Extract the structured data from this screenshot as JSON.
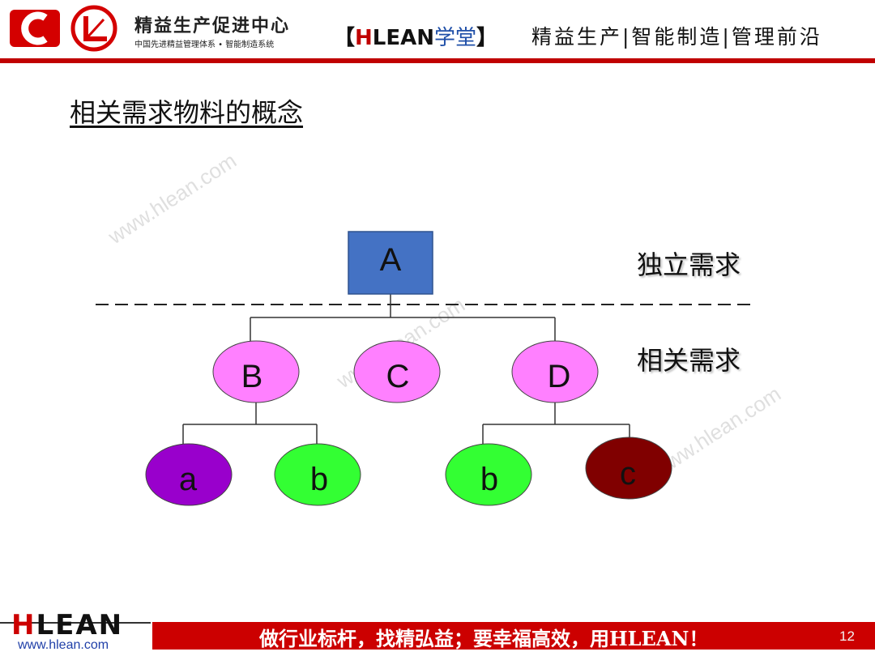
{
  "header": {
    "brand_cn": "精益生产促进中心",
    "brand_sub": "中国先进精益管理体系 • 智能制造系统",
    "school_open": "【",
    "school_h": "H",
    "school_lean": "LEAN",
    "school_xt": "学堂",
    "school_close": "】",
    "slogan": "精益生产|智能制造|管理前沿"
  },
  "slide": {
    "title": "相关需求物料的概念",
    "label_independent": "独立需求",
    "label_dependent": "相关需求",
    "watermark": "www.hlean.com"
  },
  "diagram": {
    "root": {
      "label": "A",
      "shape": "rectangle",
      "color": "#4472c4"
    },
    "level1": [
      {
        "label": "B",
        "color": "#ff80ff"
      },
      {
        "label": "C",
        "color": "#ff80ff"
      },
      {
        "label": "D",
        "color": "#ff80ff"
      }
    ],
    "level2": [
      {
        "label": "a",
        "parent": "B",
        "color": "#9900cc"
      },
      {
        "label": "b",
        "parent": "B",
        "color": "#33ff33"
      },
      {
        "label": "b",
        "parent": "D",
        "color": "#33ff33"
      },
      {
        "label": "c",
        "parent": "D",
        "color": "#800000"
      }
    ]
  },
  "footer": {
    "logo_h": "H",
    "logo_rest": "LEAN",
    "url": "www.hlean.com",
    "slogan": "做行业标杆，找精弘益；要幸福高效，用HLEAN！",
    "page_number": "12"
  },
  "colors": {
    "brand_red": "#cc0000",
    "header_rule": "#c00000"
  }
}
